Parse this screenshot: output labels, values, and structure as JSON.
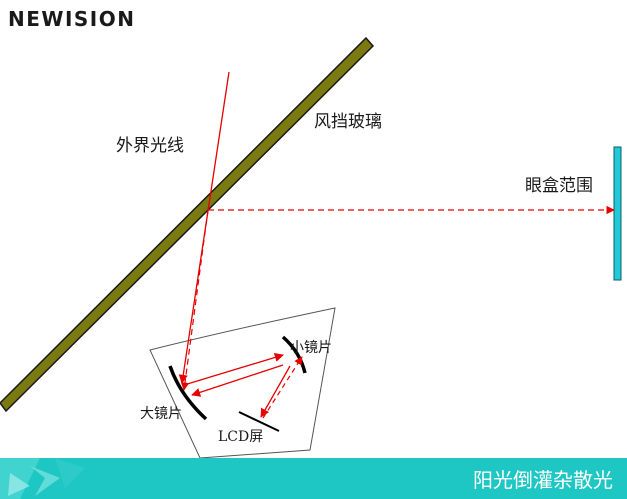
{
  "brand": {
    "logo_text": "NEWISION"
  },
  "diagram": {
    "labels": {
      "external_light": "外界光线",
      "windshield": "风挡玻璃",
      "eyebox": "眼盒范围",
      "small_mirror": "小镜片",
      "large_mirror": "大镜片",
      "lcd_screen": "LCD屏"
    },
    "colors": {
      "windshield_fill": "#7a7a10",
      "windshield_edge": "#1a1a1a",
      "eyebox_fill": "#22c9d8",
      "ray": "#e60000",
      "footer": "#1ec7c3"
    }
  },
  "footer": {
    "title": "阳光倒灌杂散光"
  }
}
